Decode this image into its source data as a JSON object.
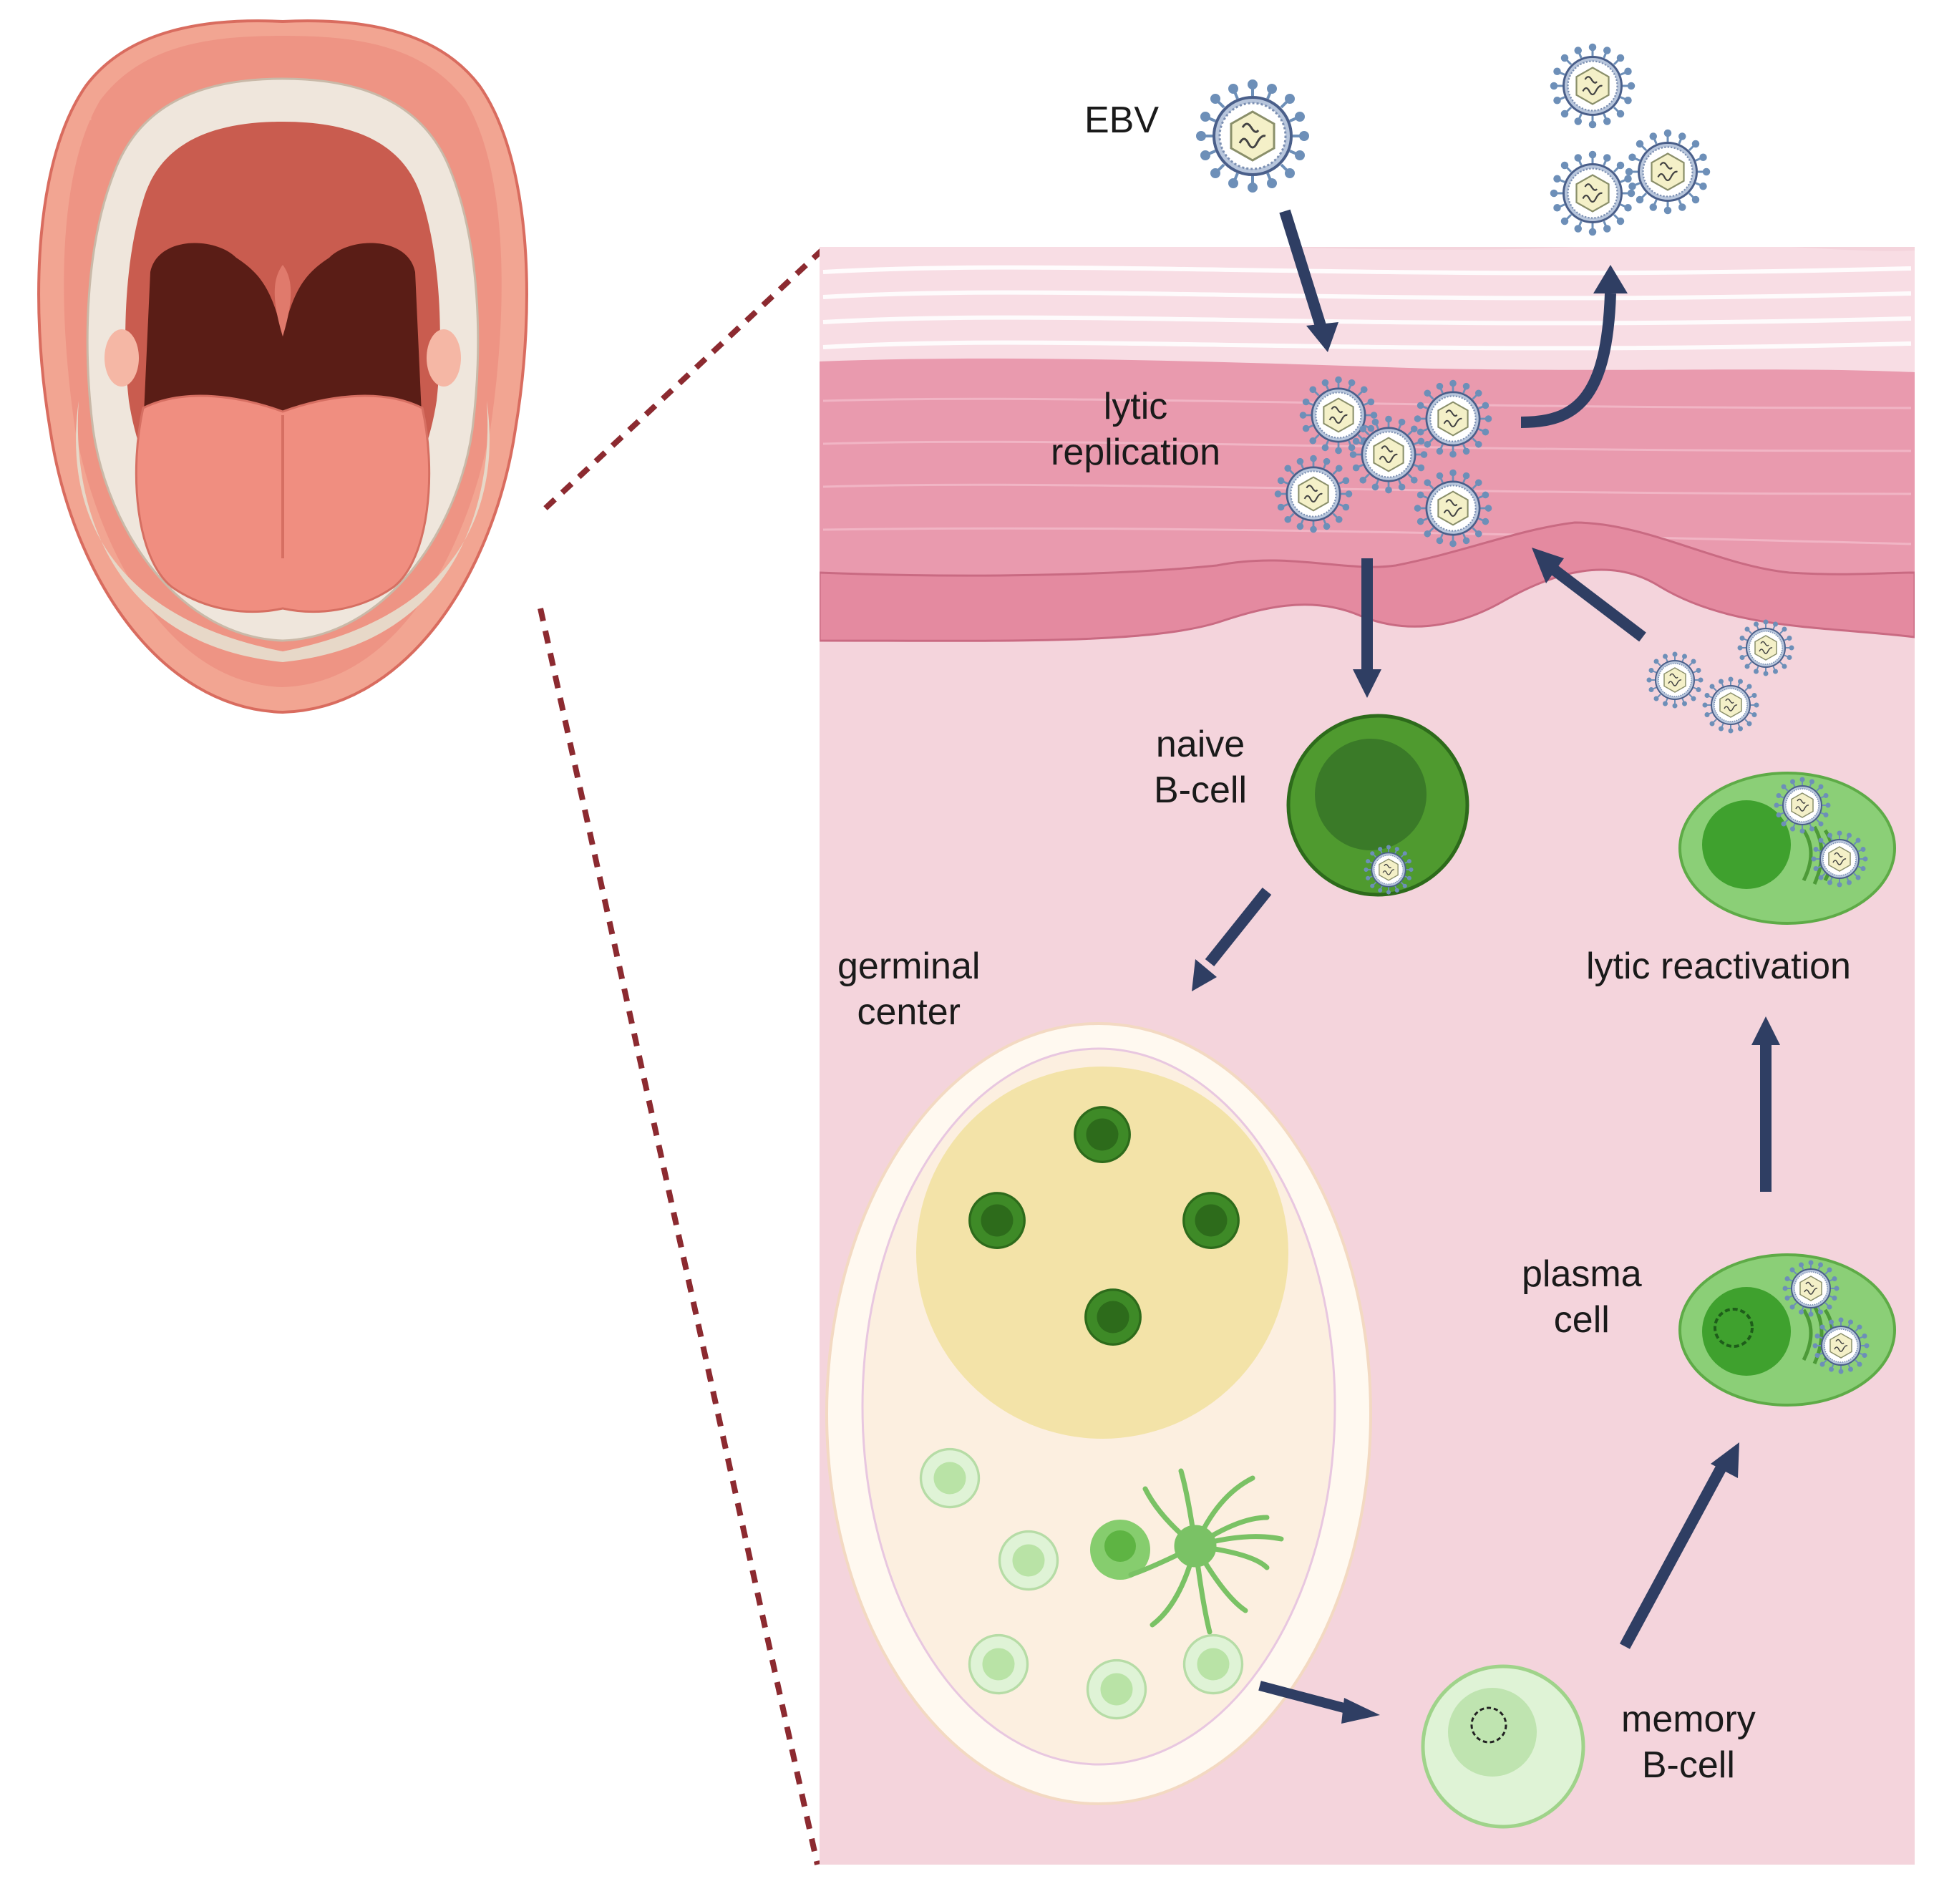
{
  "labels": {
    "ebv": "EBV",
    "lytic_replication": [
      "lytic",
      "replication"
    ],
    "naive_bcell": [
      "naive",
      "B-cell"
    ],
    "germinal_center": [
      "germinal",
      "center"
    ],
    "lytic_reactivation": "lytic reactivation",
    "plasma_cell": [
      "plasma",
      "cell"
    ],
    "memory_bcell": [
      "memory",
      "B-cell"
    ]
  },
  "colors": {
    "arrow": "#2f3e63",
    "tissue": "#f4d4dc",
    "epithelium": "#e99aae",
    "bcell_dark": "#4f9a2f",
    "bcell_light": "#dff3d6",
    "germinal_zone": "#f3e3a8",
    "zoom_line": "#8c2a30"
  }
}
